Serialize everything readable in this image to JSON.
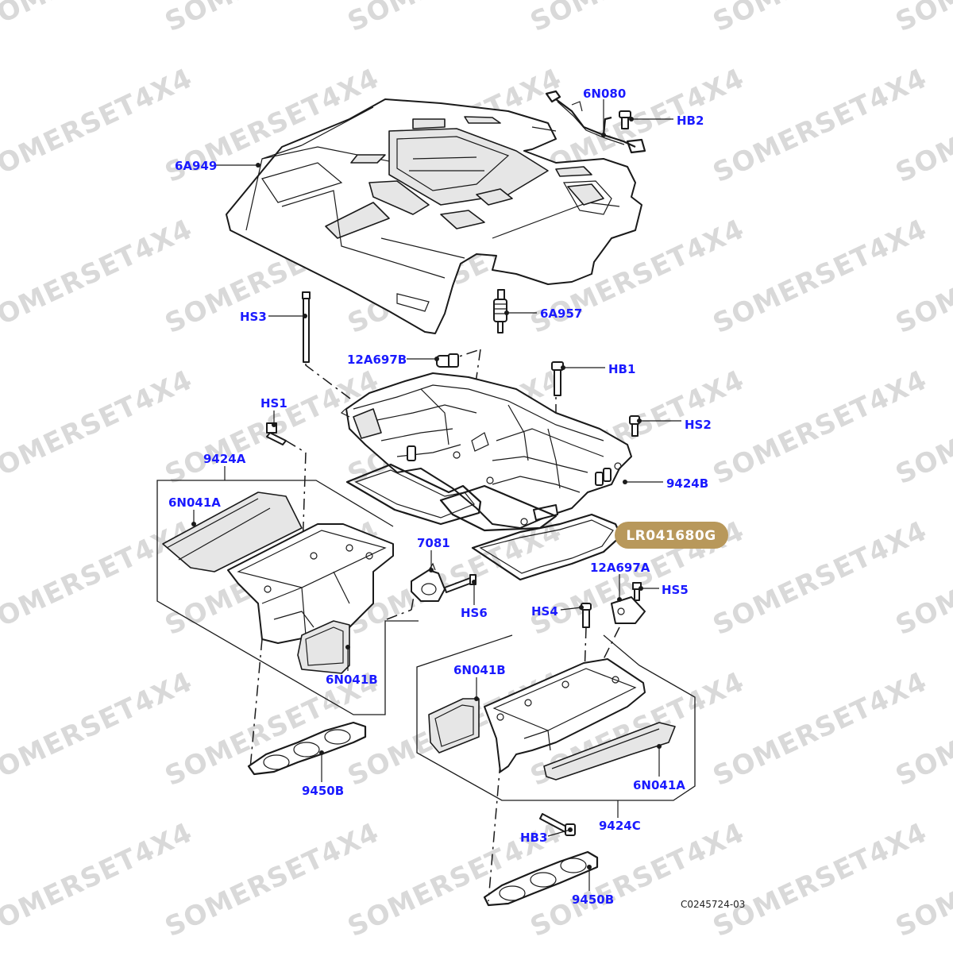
{
  "diagram": {
    "watermark_text": "SOMERSET4X4",
    "reference_code": "C0245724-03",
    "badge_label": "LR041680G",
    "colors": {
      "callout_text": "#1a1aff",
      "watermark": "#d9d9d9",
      "badge_fill": "#b8985b",
      "line": "#1a1a1a"
    },
    "callouts": {
      "c_6A949": "6A949",
      "c_6N080": "6N080",
      "c_HB2": "HB2",
      "c_HS3": "HS3",
      "c_6A957": "6A957",
      "c_12A697B": "12A697B",
      "c_HB1": "HB1",
      "c_HS1": "HS1",
      "c_HS2": "HS2",
      "c_9424A": "9424A",
      "c_9424B": "9424B",
      "c_6N041A_top": "6N041A",
      "c_7081": "7081",
      "c_12A697A": "12A697A",
      "c_HS5": "HS5",
      "c_HS6": "HS6",
      "c_HS4": "HS4",
      "c_6N041B_left": "6N041B",
      "c_6N041B_right": "6N041B",
      "c_9450B_left": "9450B",
      "c_6N041A_bottom": "6N041A",
      "c_9424C": "9424C",
      "c_HB3": "HB3",
      "c_9450B_bottom": "9450B"
    }
  }
}
